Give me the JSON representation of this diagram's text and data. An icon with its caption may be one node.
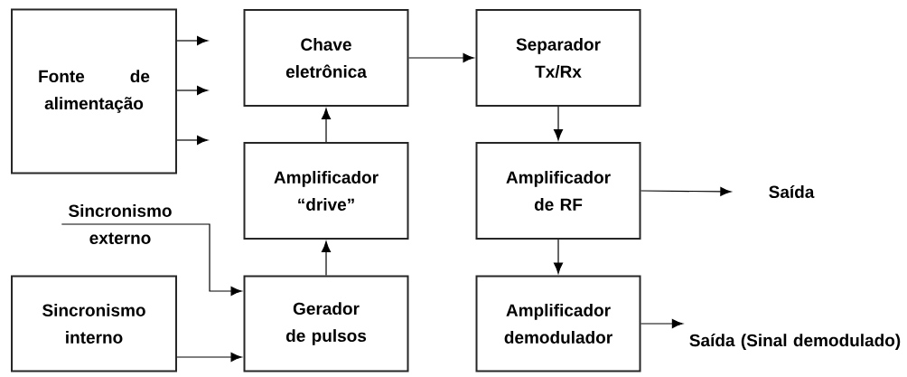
{
  "diagram": {
    "nodes": [
      {
        "text": [
          "Fonte de alimentação"
        ]
      },
      {
        "text": [
          "Chave eletrônica"
        ]
      },
      {
        "text": [
          "Separador Tx/Rx"
        ]
      },
      {
        "text": [
          "Amplificador “drive”"
        ]
      },
      {
        "text": [
          "Amplificador de RF"
        ]
      },
      {
        "text": [
          "Saída"
        ]
      },
      {
        "text": [
          "Sincronismo externo"
        ]
      },
      {
        "text": [
          "Sincronismo interno"
        ]
      },
      {
        "text": [
          "Gerador de pulsos"
        ]
      },
      {
        "text": [
          "Amplificador demodulador"
        ]
      },
      {
        "text": [
          "Saída (Sinal demodulado)"
        ]
      }
    ],
    "edges": [
      {
        "from": 0,
        "to": null,
        "arrow": "to"
      },
      {
        "from": 0,
        "to": null,
        "arrow": "to"
      },
      {
        "from": 0,
        "to": null,
        "arrow": "to"
      },
      {
        "from": 1,
        "to": 2,
        "arrow": "to"
      },
      {
        "from": 3,
        "to": 1,
        "arrow": "to"
      },
      {
        "from": 2,
        "to": 4,
        "arrow": "to"
      },
      {
        "from": 4,
        "to": 5,
        "arrow": "to"
      },
      {
        "from": 4,
        "to": 9,
        "arrow": "to"
      },
      {
        "from": 6,
        "to": 8,
        "arrow": "to"
      },
      {
        "from": 7,
        "to": 8,
        "arrow": "to"
      },
      {
        "from": 8,
        "to": 3,
        "arrow": "to"
      },
      {
        "from": 9,
        "to": 10,
        "arrow": "to"
      }
    ]
  }
}
